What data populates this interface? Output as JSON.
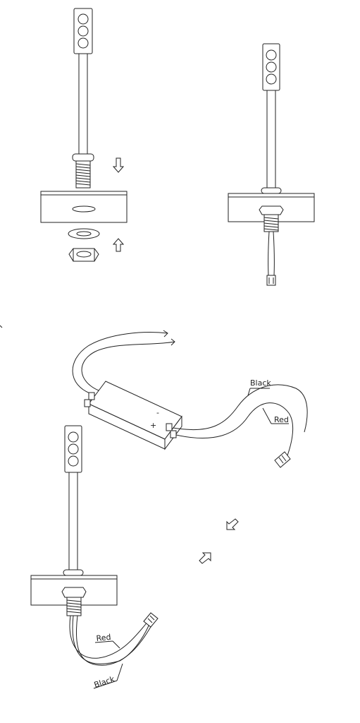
{
  "labels": {
    "black_top": "Black",
    "red_top": "Red",
    "minus": "-",
    "plus": "+",
    "red_bottom": "Red",
    "black_bottom": "Black"
  },
  "colors": {
    "line": "#222222",
    "background": "#ffffff"
  },
  "icons": [
    "arrow-down-icon",
    "arrow-up-icon",
    "arrow-diagonal-down-left-icon",
    "arrow-diagonal-up-right-icon"
  ]
}
